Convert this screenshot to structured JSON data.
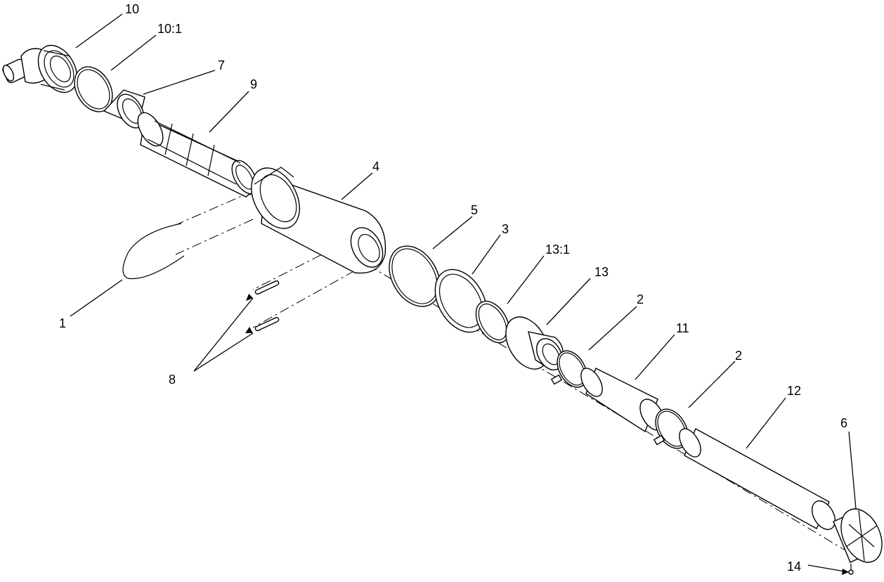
{
  "callouts": {
    "c10": "10",
    "c10_1": "10:1",
    "c7": "7",
    "c9": "9",
    "c4": "4",
    "c1": "1",
    "c8": "8",
    "c5": "5",
    "c3": "3",
    "c13_1": "13:1",
    "c13": "13",
    "c2a": "2",
    "c11": "11",
    "c2b": "2",
    "c12": "12",
    "c6": "6",
    "c14": "14"
  }
}
